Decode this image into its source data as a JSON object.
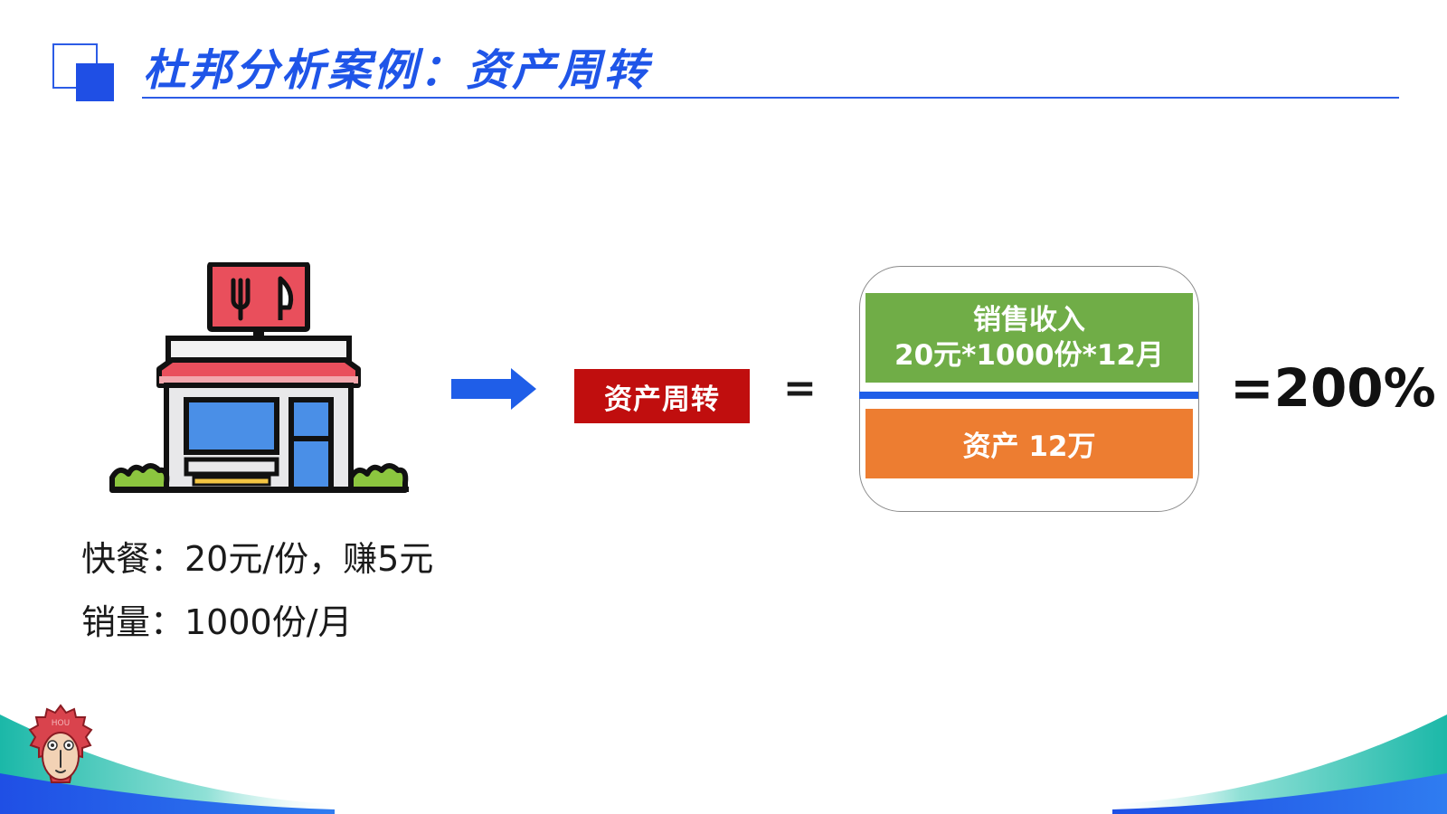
{
  "header": {
    "title": "杜邦分析案例：资产周转"
  },
  "shop_description": {
    "line1": "快餐：20元/份，赚5元",
    "line2": "销量：1000份/月"
  },
  "formula": {
    "label": "资产周转",
    "equals": "=",
    "numerator_title": "销售收入",
    "numerator_formula": "20元*1000份*12月",
    "denominator": "资产 12万",
    "result": "=200%"
  },
  "mascot": {
    "text": "HOU"
  },
  "colors": {
    "title_blue": "#1f55e8",
    "label_red": "#c00e0e",
    "numerator_green": "#70ad47",
    "denominator_orange": "#ed7d31",
    "fraction_bar_blue": "#1f5ee8"
  },
  "icons": {
    "shop": "storefront-icon",
    "arrow": "right-arrow-icon",
    "mascot": "monkey-mascot-icon"
  }
}
